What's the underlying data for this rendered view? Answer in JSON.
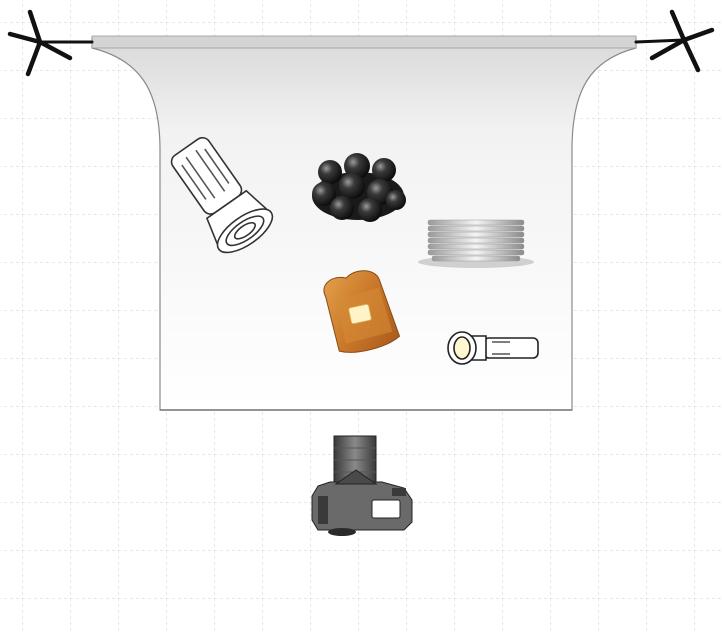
{
  "diagram": {
    "type": "studio-lighting-setup",
    "background_color": "#ffffff",
    "grid_color": "#cfcfcf",
    "sweep_color": "#ffffff",
    "sweep_edge_color": "#8a8a8a",
    "stand_color": "#111111",
    "elements": [
      {
        "name": "light-stand-left-icon",
        "kind": "light-stand"
      },
      {
        "name": "light-stand-right-icon",
        "kind": "light-stand"
      },
      {
        "name": "backdrop-sweep",
        "kind": "seamless-paper"
      },
      {
        "name": "flashlight-large-icon",
        "kind": "flashlight"
      },
      {
        "name": "blueberries-icon",
        "kind": "blueberries"
      },
      {
        "name": "plate-stack-icon",
        "kind": "plates"
      },
      {
        "name": "toast-icon",
        "kind": "buttered-toast"
      },
      {
        "name": "flashlight-small-icon",
        "kind": "flashlight"
      },
      {
        "name": "camera-icon",
        "kind": "dslr-camera"
      }
    ]
  }
}
